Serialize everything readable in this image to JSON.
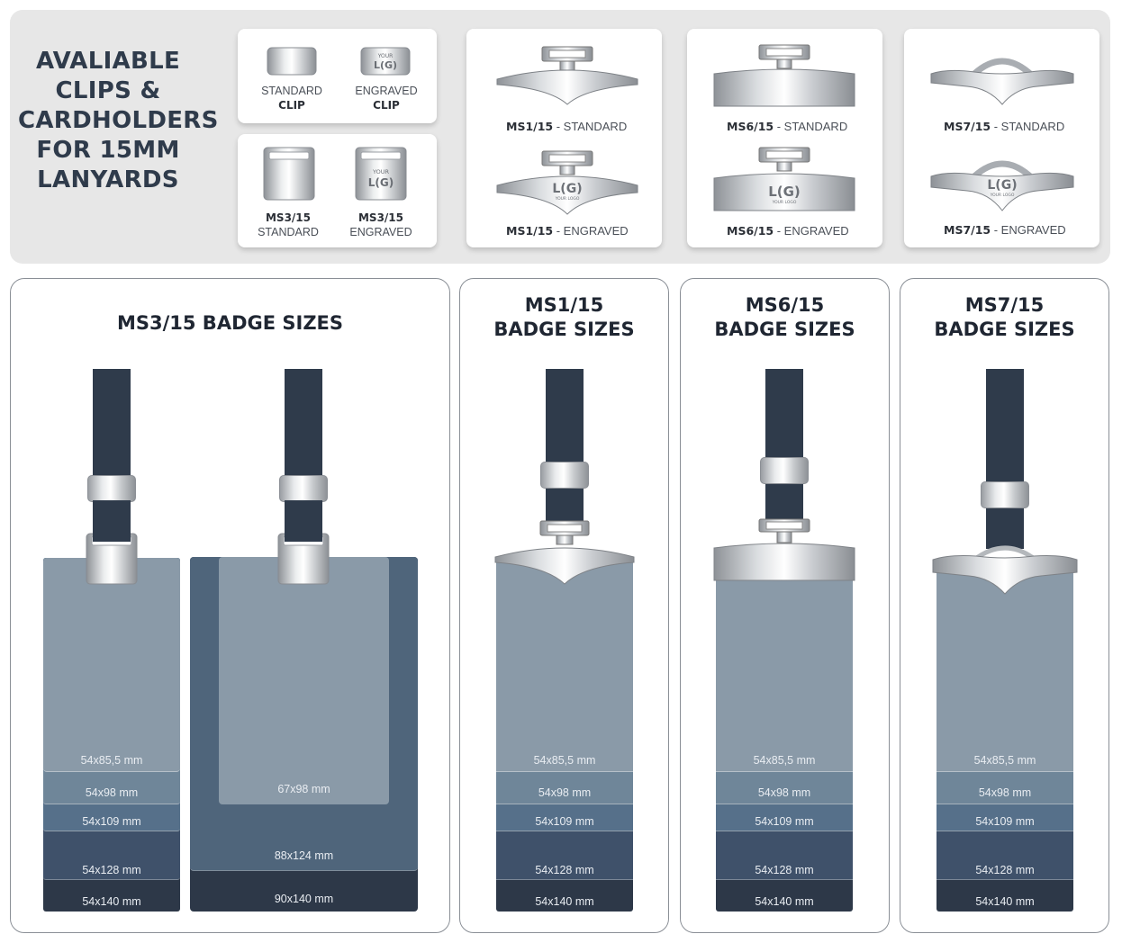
{
  "headline": [
    "AVALIABLE",
    "CLIPS &",
    "CARDHOLDERS",
    "FOR 15MM",
    "LANYARDS"
  ],
  "clips": {
    "standard": {
      "line1": "STANDARD",
      "line2": "CLIP"
    },
    "engraved": {
      "line1": "ENGRAVED",
      "line2": "CLIP"
    },
    "engraving_text": {
      "your": "YOUR",
      "logo": "L(G)",
      "your_logo": "YOUR LOGO"
    }
  },
  "cardholders": {
    "ms3_standard": {
      "line1": "MS3/15",
      "line2": "STANDARD"
    },
    "ms3_engraved": {
      "line1": "MS3/15",
      "line2": "ENGRAVED"
    }
  },
  "clip_cards": [
    {
      "model": "MS1/15",
      "std": " - STANDARD",
      "eng": " - ENGRAVED"
    },
    {
      "model": "MS6/15",
      "std": " - STANDARD",
      "eng": " - ENGRAVED"
    },
    {
      "model": "MS7/15",
      "std": " - STANDARD",
      "eng": " - ENGRAVED"
    }
  ],
  "panels": {
    "ms3": {
      "title": "MS3/15 BADGE SIZES"
    },
    "ms1": {
      "title1": "MS1/15",
      "title2": "BADGE SIZES"
    },
    "ms6": {
      "title1": "MS6/15",
      "title2": "BADGE SIZES"
    },
    "ms7": {
      "title1": "MS7/15",
      "title2": "BADGE SIZES"
    }
  },
  "sizes": [
    "54x85,5 mm",
    "54x98 mm",
    "54x109 mm",
    "54x128 mm",
    "54x140 mm"
  ],
  "large_sizes": [
    "67x98 mm",
    "88x124 mm",
    "90x140 mm"
  ],
  "colors": {
    "strap": "#2f3b4b",
    "size_1": "#8a9aa8",
    "size_2": "#6f8699",
    "size_3": "#56708a",
    "size_4": "#3f516a",
    "size_5": "#2d3848",
    "banner_bg": "#e7e7e7"
  }
}
